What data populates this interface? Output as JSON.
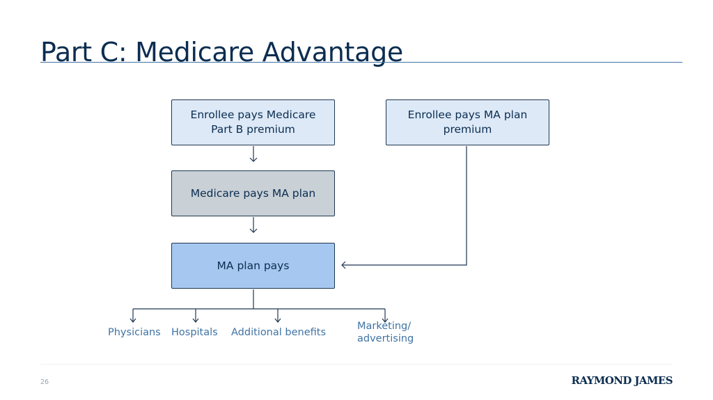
{
  "slide": {
    "title": "Part C: Medicare Advantage",
    "page_number": "26",
    "logo_text": "RAYMOND JAMES"
  },
  "flow": {
    "boxes": {
      "enrollee_part_b": "Enrollee pays Medicare Part B premium",
      "enrollee_ma_premium": "Enrollee pays MA plan premium",
      "medicare_pays": "Medicare pays MA plan",
      "ma_plan_pays": "MA plan pays"
    },
    "recipients": {
      "physicians": "Physicians",
      "hospitals": "Hospitals",
      "additional_benefits": "Additional benefits",
      "marketing": "Marketing/ advertising"
    }
  },
  "colors": {
    "title": "#0b2d50",
    "accent": "#3f73a3",
    "box_light": "#dde9f7",
    "box_gray": "#c9d0d6",
    "box_blue": "#a6c8f0"
  }
}
